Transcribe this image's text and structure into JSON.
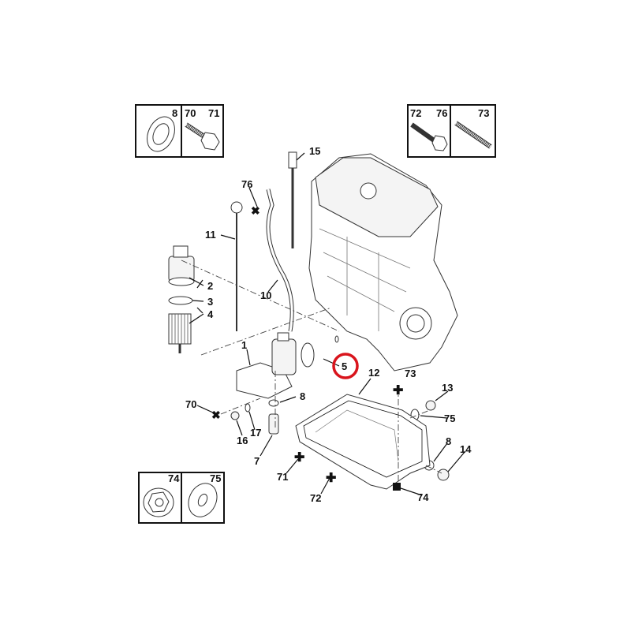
{
  "diagram": {
    "inset_boxes": {
      "top_left": {
        "labels": [
          "8",
          "70",
          "71"
        ]
      },
      "top_right": {
        "labels": [
          "72",
          "76",
          "73"
        ]
      },
      "bottom_left": {
        "labels": [
          "74",
          "75"
        ]
      }
    },
    "callouts": {
      "c15": "15",
      "c76": "76",
      "c11": "11",
      "c2": "2",
      "c3": "3",
      "c4": "4",
      "c10": "10",
      "c1": "1",
      "c5": "5",
      "c12": "12",
      "c73": "73",
      "c13": "13",
      "c8a": "8",
      "c70": "70",
      "c75": "75",
      "c17": "17",
      "c16": "16",
      "c8b": "8",
      "c14": "14",
      "c7": "7",
      "c71": "71",
      "c72": "72",
      "c74": "74"
    },
    "highlight_color": "#d9141c"
  }
}
